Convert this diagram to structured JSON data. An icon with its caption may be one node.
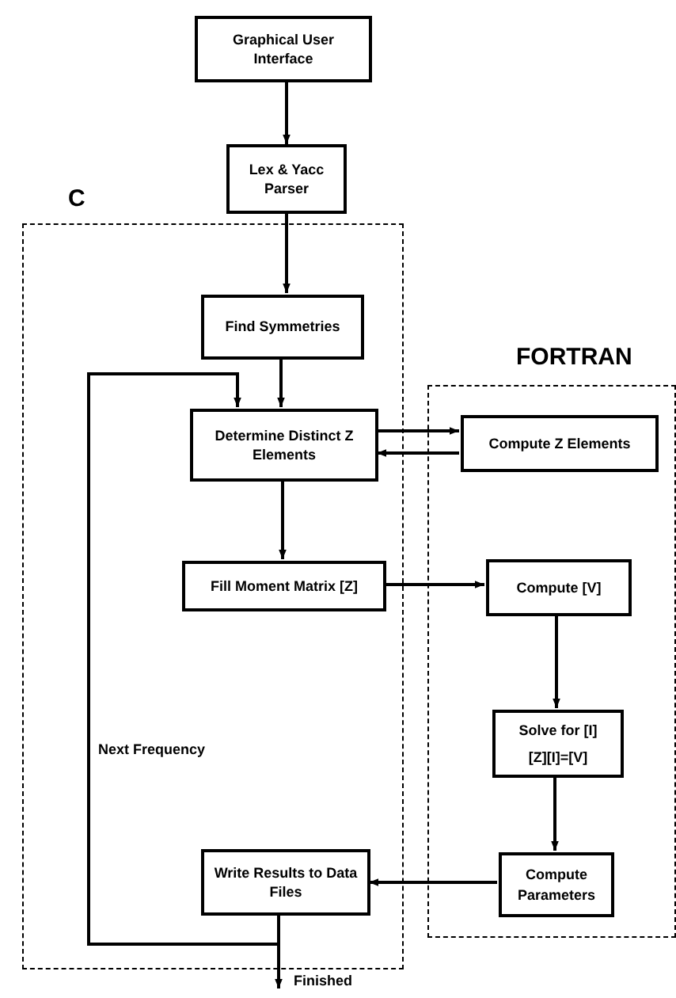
{
  "diagram": {
    "nodes": [
      {
        "text": [
          "Graphical User Interface"
        ]
      },
      {
        "text": [
          "Lex & Yacc Parser"
        ]
      },
      {
        "text": [
          "C"
        ]
      },
      {
        "text": [
          "Find Symmetries"
        ],
        "in": 2
      },
      {
        "text": [
          "Determine Distinct Z Elements"
        ],
        "in": 2
      },
      {
        "text": [
          "FORTRAN"
        ]
      },
      {
        "text": [
          "Compute Z Elements"
        ],
        "in": 5
      },
      {
        "text": [
          "Fill Moment Matrix [Z]"
        ],
        "in": 2
      },
      {
        "text": [
          "Compute [V]"
        ],
        "in": 5
      },
      {
        "text": [
          "Solve for [I]",
          "[Z][I]=[V]"
        ],
        "in": 5
      },
      {
        "text": [
          "Compute Parameters"
        ],
        "in": 5
      },
      {
        "text": [
          "Write Results to Data Files"
        ],
        "in": 2
      },
      {
        "text": [
          "Finished"
        ]
      }
    ],
    "edges": [
      {
        "from": 0,
        "to": 1,
        "arrow": "to"
      },
      {
        "from": 1,
        "to": 3,
        "arrow": "to"
      },
      {
        "from": 3,
        "to": 4,
        "arrow": "to"
      },
      {
        "from": 4,
        "to": 6,
        "arrow": "to"
      },
      {
        "from": 6,
        "to": 4,
        "arrow": "to"
      },
      {
        "from": 4,
        "to": 7,
        "arrow": "to"
      },
      {
        "from": 7,
        "to": 8,
        "arrow": "to"
      },
      {
        "from": 8,
        "to": 9,
        "arrow": "to"
      },
      {
        "from": 9,
        "to": 10,
        "arrow": "to"
      },
      {
        "from": 10,
        "to": 11,
        "arrow": "to"
      },
      {
        "from": 11,
        "to": 12,
        "arrow": "to"
      },
      {
        "from": 11,
        "to": 4,
        "arrow": "to",
        "label": "Next Frequency"
      }
    ]
  }
}
